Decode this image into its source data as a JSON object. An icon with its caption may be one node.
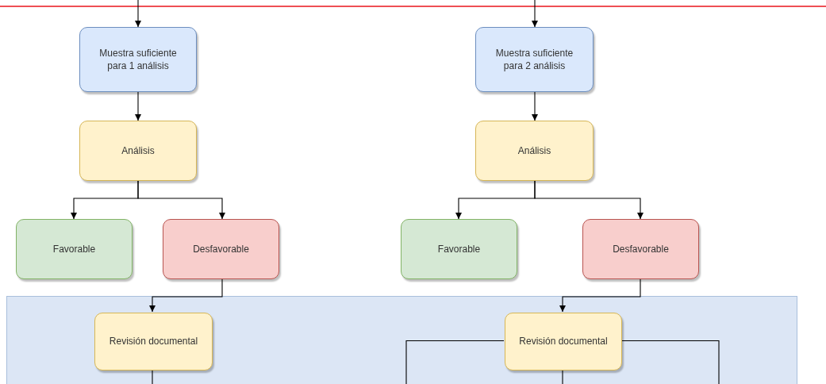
{
  "diagram": {
    "nodes": [
      {
        "text": [
          "Muestra suficiente para 1 análisis"
        ]
      },
      {
        "text": [
          "Muestra suficiente para 2 análisis"
        ]
      },
      {
        "text": [
          "Análisis"
        ]
      },
      {
        "text": [
          "Análisis"
        ]
      },
      {
        "text": [
          "Favorable"
        ]
      },
      {
        "text": [
          "Desfavorable"
        ]
      },
      {
        "text": [
          "Favorable"
        ]
      },
      {
        "text": [
          "Desfavorable"
        ]
      },
      {
        "text": [],
        "shape": "box"
      },
      {
        "text": [
          "Revisión documental"
        ],
        "in": 8
      },
      {
        "text": [
          "Revisión documental"
        ],
        "in": 8
      }
    ],
    "edges": [
      {
        "from": null,
        "to": 0,
        "arrow": "to"
      },
      {
        "from": null,
        "to": 1,
        "arrow": "to"
      },
      {
        "from": 0,
        "to": 2,
        "arrow": "to"
      },
      {
        "from": 1,
        "to": 3,
        "arrow": "to"
      },
      {
        "from": 2,
        "to": 4,
        "arrow": "to"
      },
      {
        "from": 2,
        "to": 5,
        "arrow": "to"
      },
      {
        "from": 3,
        "to": 6,
        "arrow": "to"
      },
      {
        "from": 3,
        "to": 7,
        "arrow": "to"
      },
      {
        "from": 5,
        "to": 9,
        "arrow": "to"
      },
      {
        "from": 7,
        "to": 10,
        "arrow": "to"
      },
      {
        "from": 9,
        "to": null,
        "arrow": "none"
      },
      {
        "from": 10,
        "to": null,
        "arrow": "none"
      },
      {
        "from": 10,
        "to": null,
        "arrow": "none"
      },
      {
        "from": 10,
        "to": null,
        "arrow": "none"
      }
    ]
  }
}
